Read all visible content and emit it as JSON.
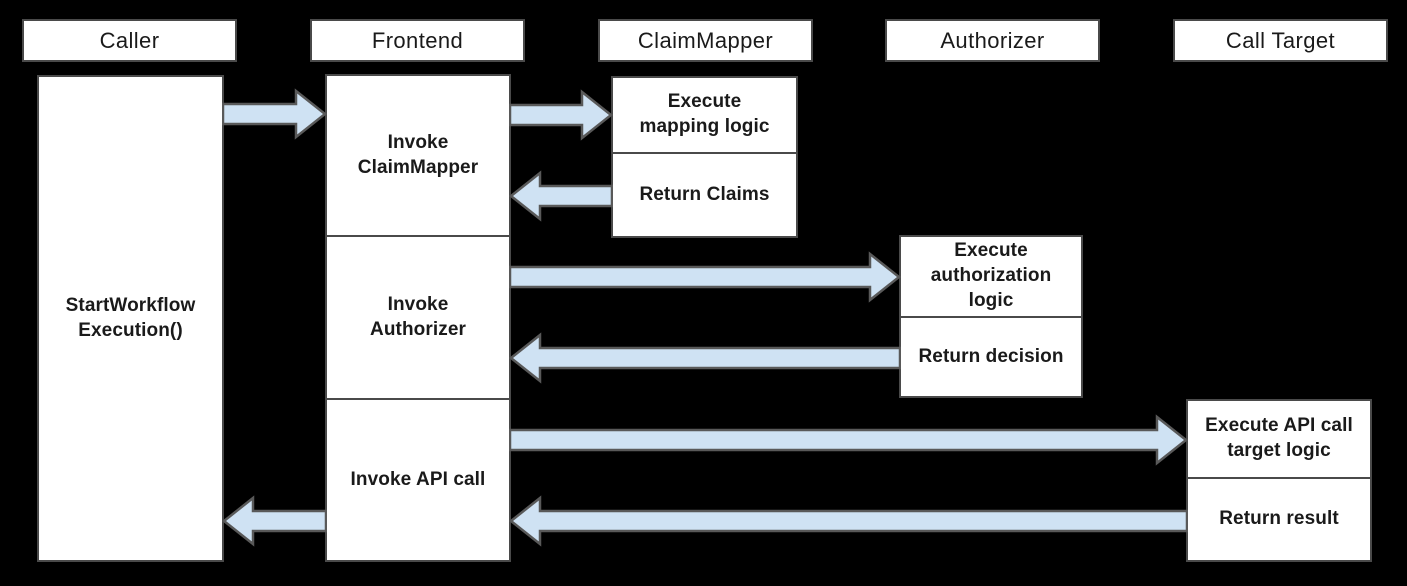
{
  "diagram": {
    "type": "sequence-diagram",
    "actors": [
      {
        "id": "caller",
        "label": "Caller"
      },
      {
        "id": "frontend",
        "label": "Frontend"
      },
      {
        "id": "claimmapper",
        "label": "ClaimMapper"
      },
      {
        "id": "authorizer",
        "label": "Authorizer"
      },
      {
        "id": "call_target",
        "label": "Call Target"
      }
    ],
    "activations": {
      "caller": {
        "label": "StartWorkflow\nExecution()"
      },
      "frontend": [
        {
          "label": "Invoke\nClaimMapper"
        },
        {
          "label": "Invoke\nAuthorizer"
        },
        {
          "label": "Invoke API call"
        }
      ],
      "claimmapper": [
        {
          "label": "Execute\nmapping logic"
        },
        {
          "label": "Return Claims"
        }
      ],
      "authorizer": [
        {
          "label": "Execute\nauthorization\nlogic"
        },
        {
          "label": "Return decision"
        }
      ],
      "call_target": [
        {
          "label": "Execute API call\ntarget logic"
        },
        {
          "label": "Return result"
        }
      ]
    },
    "connections": [
      {
        "from": "Caller",
        "to": "Frontend",
        "direction": "right"
      },
      {
        "from": "Frontend",
        "to": "ClaimMapper",
        "direction": "right"
      },
      {
        "from": "ClaimMapper",
        "to": "Frontend",
        "direction": "left"
      },
      {
        "from": "Frontend",
        "to": "Authorizer",
        "direction": "right"
      },
      {
        "from": "Authorizer",
        "to": "Frontend",
        "direction": "left"
      },
      {
        "from": "Frontend",
        "to": "Call Target",
        "direction": "right"
      },
      {
        "from": "Call Target",
        "to": "Frontend",
        "direction": "left"
      },
      {
        "from": "Frontend",
        "to": "Caller",
        "direction": "left"
      }
    ],
    "colors": {
      "background": "#000000",
      "box_bg": "#ffffff",
      "box_border": "#4a4a4a",
      "arrow_fill": "#cfe2f3",
      "arrow_stroke": "#595959",
      "text": "#1a1a1a"
    }
  }
}
